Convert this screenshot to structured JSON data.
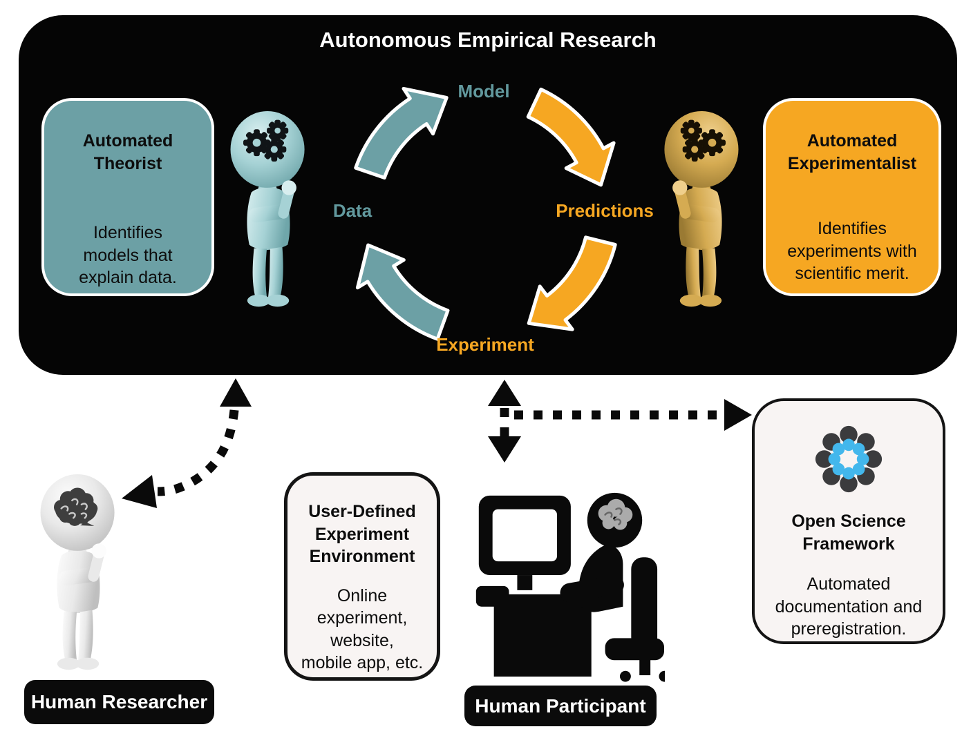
{
  "colors": {
    "teal": "#6CA0A5",
    "teal_label": "#62999E",
    "orange": "#F6A722",
    "panel_bg": "#050505",
    "card_bg": "#F8F4F3",
    "osf_blue": "#43B7EC",
    "osf_dark": "#3B3B3D",
    "ink": "#0A0A0A"
  },
  "panel": {
    "title": "Autonomous Empirical Research"
  },
  "cycle": {
    "model_label": "Model",
    "predictions_label": "Predictions",
    "experiment_label": "Experiment",
    "data_label": "Data"
  },
  "cards": {
    "theorist": {
      "title": "Automated\nTheorist",
      "body": "Identifies\nmodels that\nexplain data."
    },
    "experimentalist": {
      "title": "Automated\nExperimentalist",
      "body": "Identifies\nexperiments with\nscientific merit."
    },
    "environment": {
      "title": "User-Defined\nExperiment\nEnvironment",
      "body": "Online\nexperiment,\nwebsite,\nmobile app, etc."
    },
    "osf": {
      "title": "Open Science\nFramework",
      "body": "Automated\ndocumentation and\npreregistration."
    }
  },
  "badges": {
    "researcher": "Human Researcher",
    "participant": "Human Participant"
  },
  "icons": {
    "theorist_figure": "thinker-robot-gears-figure",
    "experimentalist_figure": "thinker-robot-gears-figure",
    "researcher_figure": "thinker-human-brain-figure",
    "participant_figure": "person-at-computer-icon",
    "osf_logo": "osf-flower-logo"
  }
}
